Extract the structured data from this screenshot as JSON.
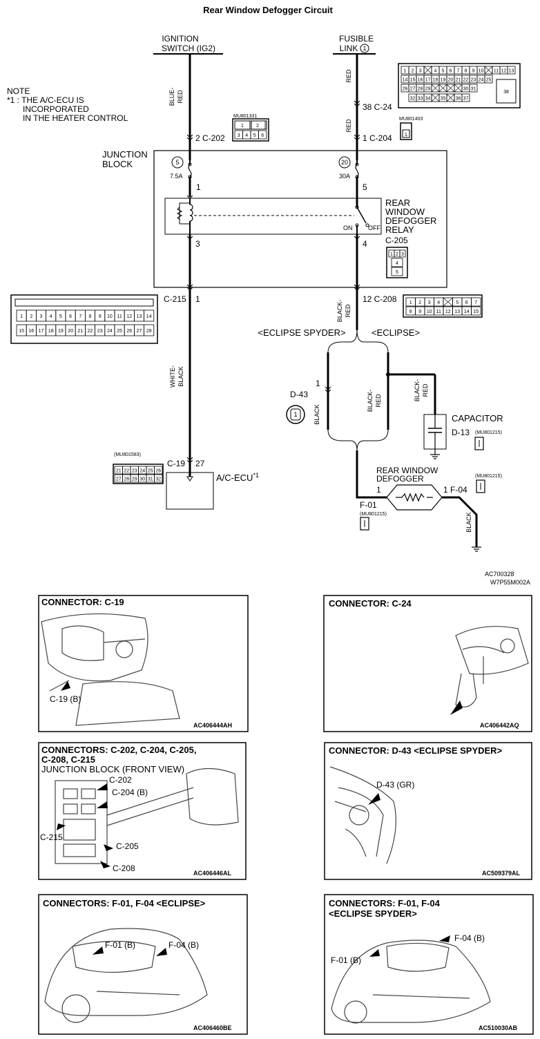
{
  "title": "Rear Window Defogger Circuit",
  "note": {
    "line1": "NOTE",
    "line2": "*1 : THE A/C-ECU IS",
    "line3": "INCORPORATED",
    "line4": "IN THE HEATER CONTROL"
  },
  "sources": {
    "ignition_line1": "IGNITION",
    "ignition_line2": "SWITCH (IG2)",
    "fusible_line1": "FUSIBLE",
    "fusible_line2": "LINK",
    "fusible_num": "1"
  },
  "wires": {
    "blue": "BLUE-",
    "red": "RED",
    "red_top": "RED",
    "red_mid": "RED",
    "white": "WHITE-",
    "black_a": "BLACK",
    "black_b": "BLACK-",
    "red_b": "RED",
    "black_d43": "BLACK",
    "black_red_mid_1": "BLACK-",
    "black_red_mid_2": "RED",
    "black_cap_1": "BLACK-",
    "black_cap_2": "RED",
    "black_ground": "BLACK"
  },
  "connectors": {
    "c202": "2  C-202",
    "c24": "38  C-24",
    "c204": "1  C-204",
    "c215_label": "C-215",
    "c215_pin": "1",
    "c208": "12  C-208",
    "c19": "C-19",
    "c19_pin": "27",
    "c205": "C-205",
    "d43": "D-43",
    "d43_pin": "1",
    "d13": "D-13",
    "f01": "F-01",
    "f01_pin": "1",
    "f04": "1  F-04",
    "mu_c202": "MU801331",
    "mu_c204": "MU801403",
    "mu_c19": "(MU801583)",
    "mu_d13": "(MU801215)",
    "mu_f04": "(MU801215)",
    "mu_f01": "(MU801215)"
  },
  "junction": {
    "label1": "JUNCTION",
    "label2": "BLOCK",
    "fuse5": "5",
    "fuse20": "20",
    "amp75": "7.5A",
    "amp30": "30A",
    "pin1": "1",
    "pin3": "3",
    "pin5": "5",
    "pin4": "4",
    "relay1": "REAR",
    "relay2": "WINDOW",
    "relay3": "DEFOGGER",
    "relay4": "RELAY",
    "on": "ON",
    "off": "OFF"
  },
  "branches": {
    "spyder": "<ECLIPSE SPYDER>",
    "eclipse": "<ECLIPSE>"
  },
  "components": {
    "capacitor": "CAPACITOR",
    "defogger1": "REAR WINDOW",
    "defogger2": "DEFOGGER",
    "acecu": "A/C-ECU",
    "acecu_sup": "*1"
  },
  "codes": {
    "main1": "AC700328",
    "main2": "W7P55M002A"
  },
  "c24_pins": {
    "r1": [
      "1",
      "2",
      "3",
      "",
      "4",
      "5",
      "6",
      "7",
      "8",
      "9",
      "10",
      "",
      "11",
      "12",
      "13"
    ],
    "r2": [
      "14",
      "15",
      "16",
      "17",
      "18",
      "19",
      "20",
      "21",
      "22",
      "23",
      "24",
      "25"
    ],
    "r3": [
      "26",
      "27",
      "28",
      "29",
      "",
      "",
      "",
      "",
      "30",
      "31"
    ],
    "r4": [
      "32",
      "33",
      "34",
      "",
      "35",
      "",
      "36",
      "37"
    ],
    "big": "38"
  },
  "c202_pins": [
    "1",
    "2",
    "3",
    "4",
    "5",
    "6"
  ],
  "c204_pins": [
    "1"
  ],
  "c205_pins": [
    "1",
    "2",
    "3",
    "4",
    "5"
  ],
  "c215_pins": {
    "r1": [
      "1",
      "2",
      "3",
      "4",
      "5",
      "6",
      "7",
      "8",
      "9",
      "10",
      "11",
      "12",
      "13",
      "14"
    ],
    "r2": [
      "15",
      "16",
      "17",
      "18",
      "19",
      "20",
      "21",
      "22",
      "23",
      "24",
      "25",
      "26",
      "27",
      "28"
    ]
  },
  "c208_pins": {
    "r1": [
      "1",
      "2",
      "3",
      "4",
      "",
      "5",
      "6",
      "7"
    ],
    "r2": [
      "8",
      "9",
      "10",
      "11",
      "12",
      "13",
      "14",
      "15"
    ]
  },
  "c19_pins": {
    "r1": [
      "21",
      "22",
      "23",
      "24",
      "25",
      "26"
    ],
    "r2": [
      "27",
      "28",
      "29",
      "30",
      "31",
      "32"
    ]
  },
  "panels": [
    {
      "title": "CONNECTOR: C-19",
      "callouts": [
        "C-19 (B)"
      ],
      "code": "AC406444AH"
    },
    {
      "title": "CONNECTOR: C-24",
      "callouts": [],
      "code": "AC406442AQ"
    },
    {
      "title": "CONNECTORS: C-202, C-204, C-205,",
      "title2": "C-208, C-215",
      "title3": "JUNCTION BLOCK (FRONT VIEW)",
      "callouts": [
        "C-202",
        "C-204 (B)",
        "C-215",
        "C-205",
        "C-208"
      ],
      "code": "AC406446AL"
    },
    {
      "title": "CONNECTOR: D-43 <ECLIPSE SPYDER>",
      "callouts": [
        "D-43 (GR)"
      ],
      "code": "AC509379AL"
    },
    {
      "title": "CONNECTORS: F-01, F-04 <ECLIPSE>",
      "callouts": [
        "F-01 (B)",
        "F-04 (B)"
      ],
      "code": "AC406460BE"
    },
    {
      "title": "CONNECTORS: F-01, F-04",
      "title2": "<ECLIPSE SPYDER>",
      "callouts": [
        "F-04 (B)",
        "F-01 (B)"
      ],
      "code": "AC510030AB"
    }
  ]
}
